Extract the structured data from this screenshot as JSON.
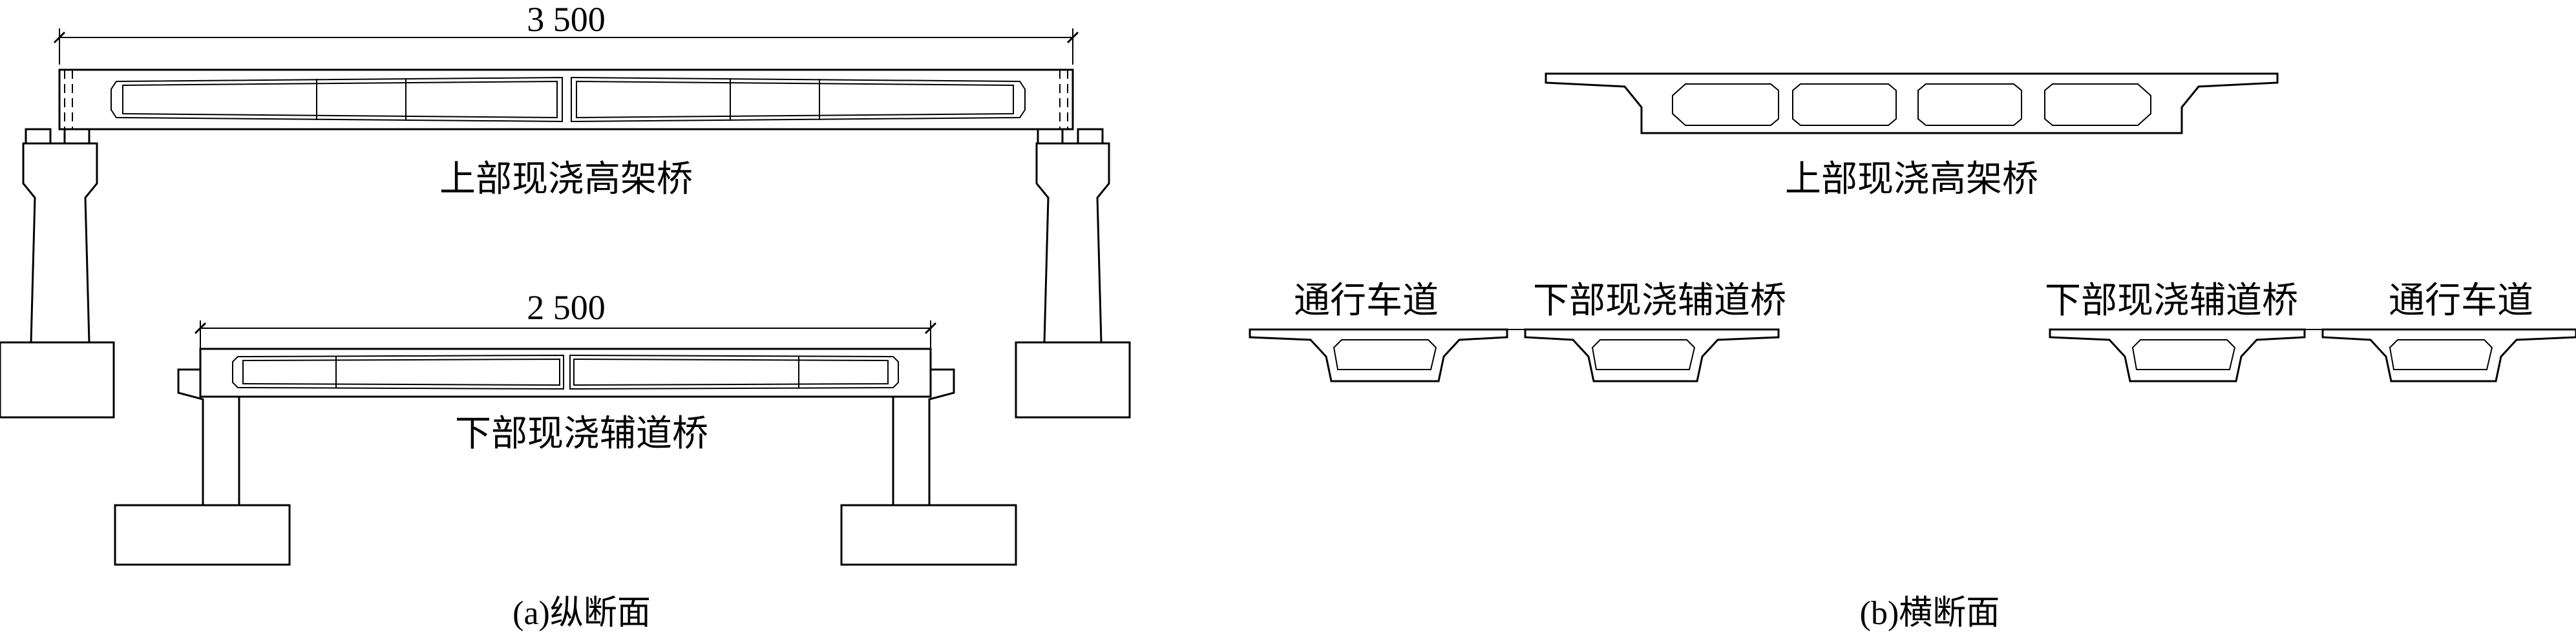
{
  "longitudinal": {
    "upper_dimension": "3 500",
    "upper_label": "上部现浇高架桥",
    "lower_dimension": "2 500",
    "lower_label": "下部现浇辅道桥",
    "caption": "(a)纵断面"
  },
  "cross": {
    "upper_label": "上部现浇高架桥",
    "left_lane_label": "通行车道",
    "left_bridge_label": "下部现浇辅道桥",
    "right_bridge_label": "下部现浇辅道桥",
    "right_lane_label": "通行车道",
    "caption": "(b)横断面"
  }
}
